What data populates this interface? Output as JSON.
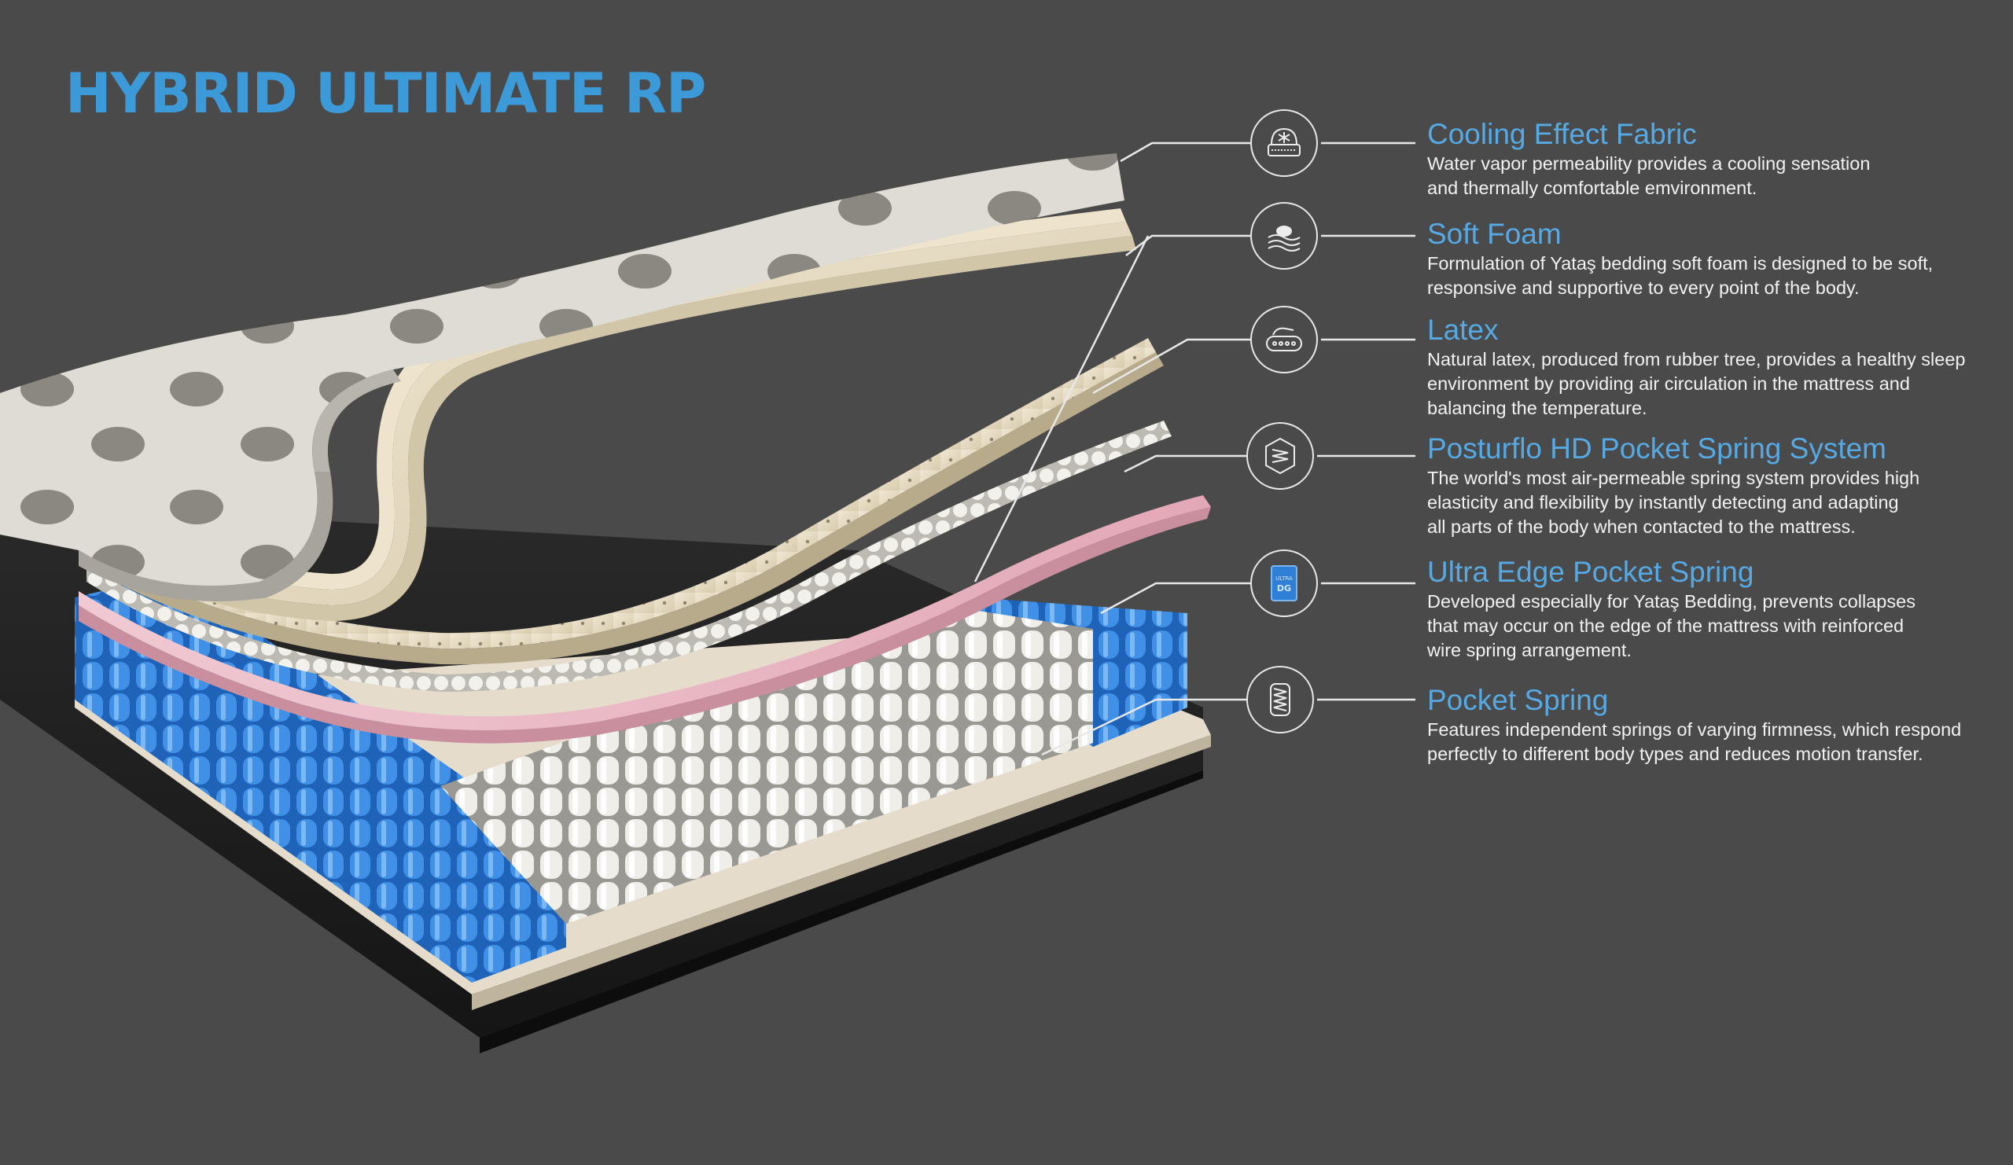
{
  "title": "HYBRID ULTIMATE RP",
  "colors": {
    "background": "#4a4a4a",
    "title": "#3d9ad9",
    "feature_name": "#56a9e3",
    "feature_text": "#f2f2f2",
    "connector": "#e8e8e8",
    "edge_spring_blue": "#2f7fd6",
    "pink_foam": "#e8b6c3",
    "latex": "#e6dcc6",
    "fabric": "#dcdcd6"
  },
  "features": [
    {
      "icon": "snowflake-fabric-icon",
      "name": "Cooling Effect Fabric",
      "desc": "Water vapor permeability provides a cooling sensation\nand thermally comfortable emvironment."
    },
    {
      "icon": "soft-foam-icon",
      "name": "Soft Foam",
      "desc": "Formulation of Yataş bedding soft foam is designed to be soft,\nresponsive and supportive to every point of the body."
    },
    {
      "icon": "latex-hand-icon",
      "name": "Latex",
      "desc": "Natural latex, produced from rubber tree, provides a healthy sleep\nenvironment by providing air circulation in the mattress and\nbalancing the temperature."
    },
    {
      "icon": "posturflo-spring-icon",
      "name": "Posturflo HD Pocket Spring System",
      "desc": "The world's most air-permeable spring system provides high\nelasticity and flexibility by instantly detecting and adapting\n all parts of the body when contacted to the mattress."
    },
    {
      "icon": "ultra-edge-icon",
      "icon_text": "ULTRA\nDG",
      "name": "Ultra Edge Pocket Spring",
      "desc": "Developed especially for Yataş Bedding, prevents collapses\n that may occur on the edge of the mattress with reinforced\nwire spring arrangement."
    },
    {
      "icon": "pocket-spring-icon",
      "name": "Pocket Spring",
      "desc": "Features independent springs of varying firmness, which respond\nperfectly to different body types and reduces motion transfer."
    }
  ]
}
